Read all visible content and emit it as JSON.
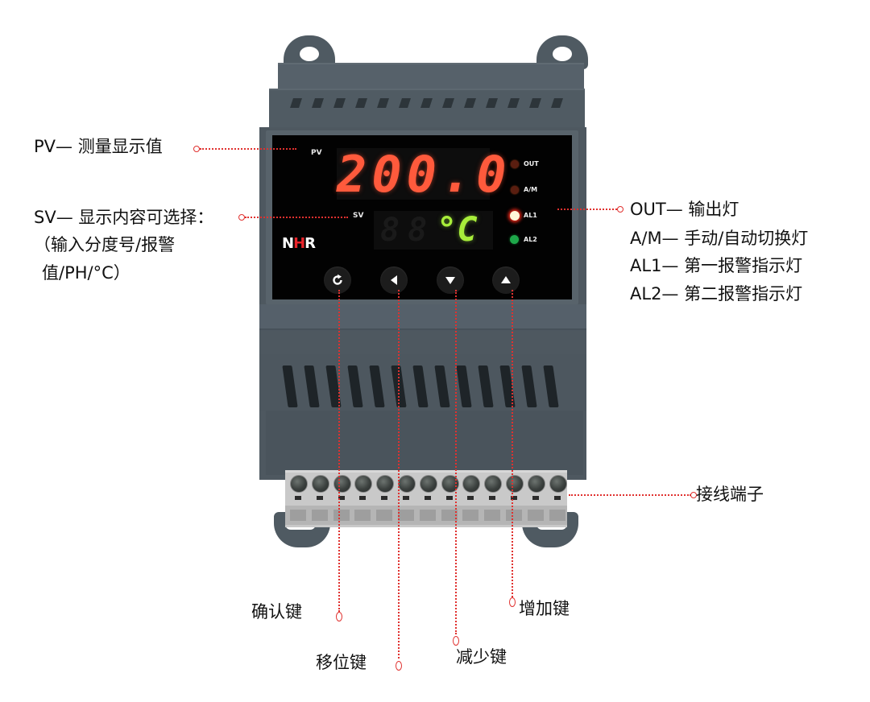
{
  "device": {
    "brand_logo": {
      "n": "N",
      "h": "H",
      "r": "R"
    },
    "display": {
      "pv_label": "PV",
      "sv_label": "SV",
      "pv_value": "200.0",
      "sv_ghost": "88",
      "sv_value": "°C",
      "pv_color": "#ff5a3c",
      "sv_color": "#a8ee3a"
    },
    "indicators": [
      {
        "label": "OUT",
        "state": "off",
        "color": "#5a1e10"
      },
      {
        "label": "A/M",
        "state": "off",
        "color": "#5a1e10"
      },
      {
        "label": "AL1",
        "state": "on",
        "color": "#fff6d8"
      },
      {
        "label": "AL2",
        "state": "on",
        "color": "#1ea84a"
      }
    ],
    "keys": [
      {
        "name": "confirm",
        "icon": "refresh-icon"
      },
      {
        "name": "shift",
        "icon": "left-triangle-icon"
      },
      {
        "name": "decrease",
        "icon": "down-triangle-icon"
      },
      {
        "name": "increase",
        "icon": "up-triangle-icon"
      }
    ],
    "terminal_count": 13
  },
  "annotations": {
    "pv": "PV— 测量显示值",
    "sv_line1": "SV— 显示内容可选择：",
    "sv_line2": "（输入分度号/报警",
    "sv_line3": "值/PH/°C）",
    "out": "OUT— 输出灯",
    "am": "A/M— 手动/自动切换灯",
    "al1": "AL1— 第一报警指示灯",
    "al2": "AL2— 第二报警指示灯",
    "terminal": "接线端子",
    "confirm_key": "确认键",
    "shift_key": "移位键",
    "decrease_key": "减少键",
    "increase_key": "增加键"
  },
  "colors": {
    "leader_line": "#e0312f",
    "housing": "#4e5860"
  }
}
